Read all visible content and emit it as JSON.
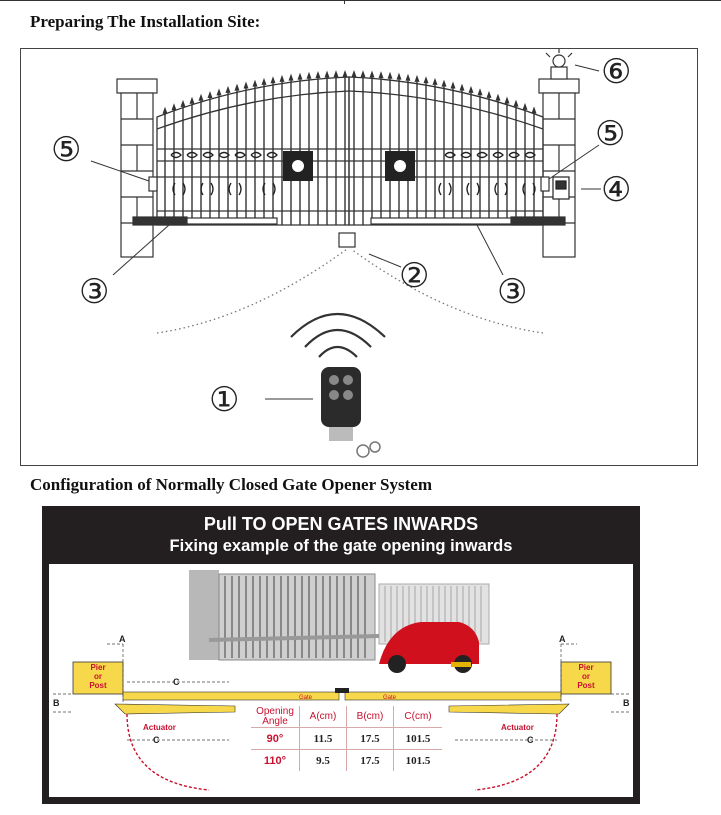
{
  "section1": {
    "heading": "Preparing The Installation Site:"
  },
  "diagram1": {
    "callouts": [
      "①",
      "②",
      "③",
      "③",
      "④",
      "⑤",
      "⑤",
      "⑥"
    ]
  },
  "section2": {
    "heading": "Configuration of Normally Closed Gate Opener System"
  },
  "diagram2": {
    "title_line1": "Pull TO OPEN GATES INWARDS",
    "title_line2": "Fixing example of the gate opening inwards",
    "pier_label": [
      "Pier",
      "or",
      "Post"
    ],
    "gate_label": "Gate",
    "actuator_label": "Actuator",
    "dim_a": "A",
    "dim_b": "B",
    "dim_c": "C",
    "table": {
      "headers": [
        "Opening Angle",
        "A(cm)",
        "B(cm)",
        "C(cm)"
      ],
      "rows": [
        {
          "angle": "90°",
          "a": "11.5",
          "b": "17.5",
          "c": "101.5"
        },
        {
          "angle": "110°",
          "a": "9.5",
          "b": "17.5",
          "c": "101.5"
        }
      ]
    },
    "colors": {
      "yellow": "#f7d84a",
      "red": "#c8102e",
      "dark": "#231f20"
    }
  }
}
